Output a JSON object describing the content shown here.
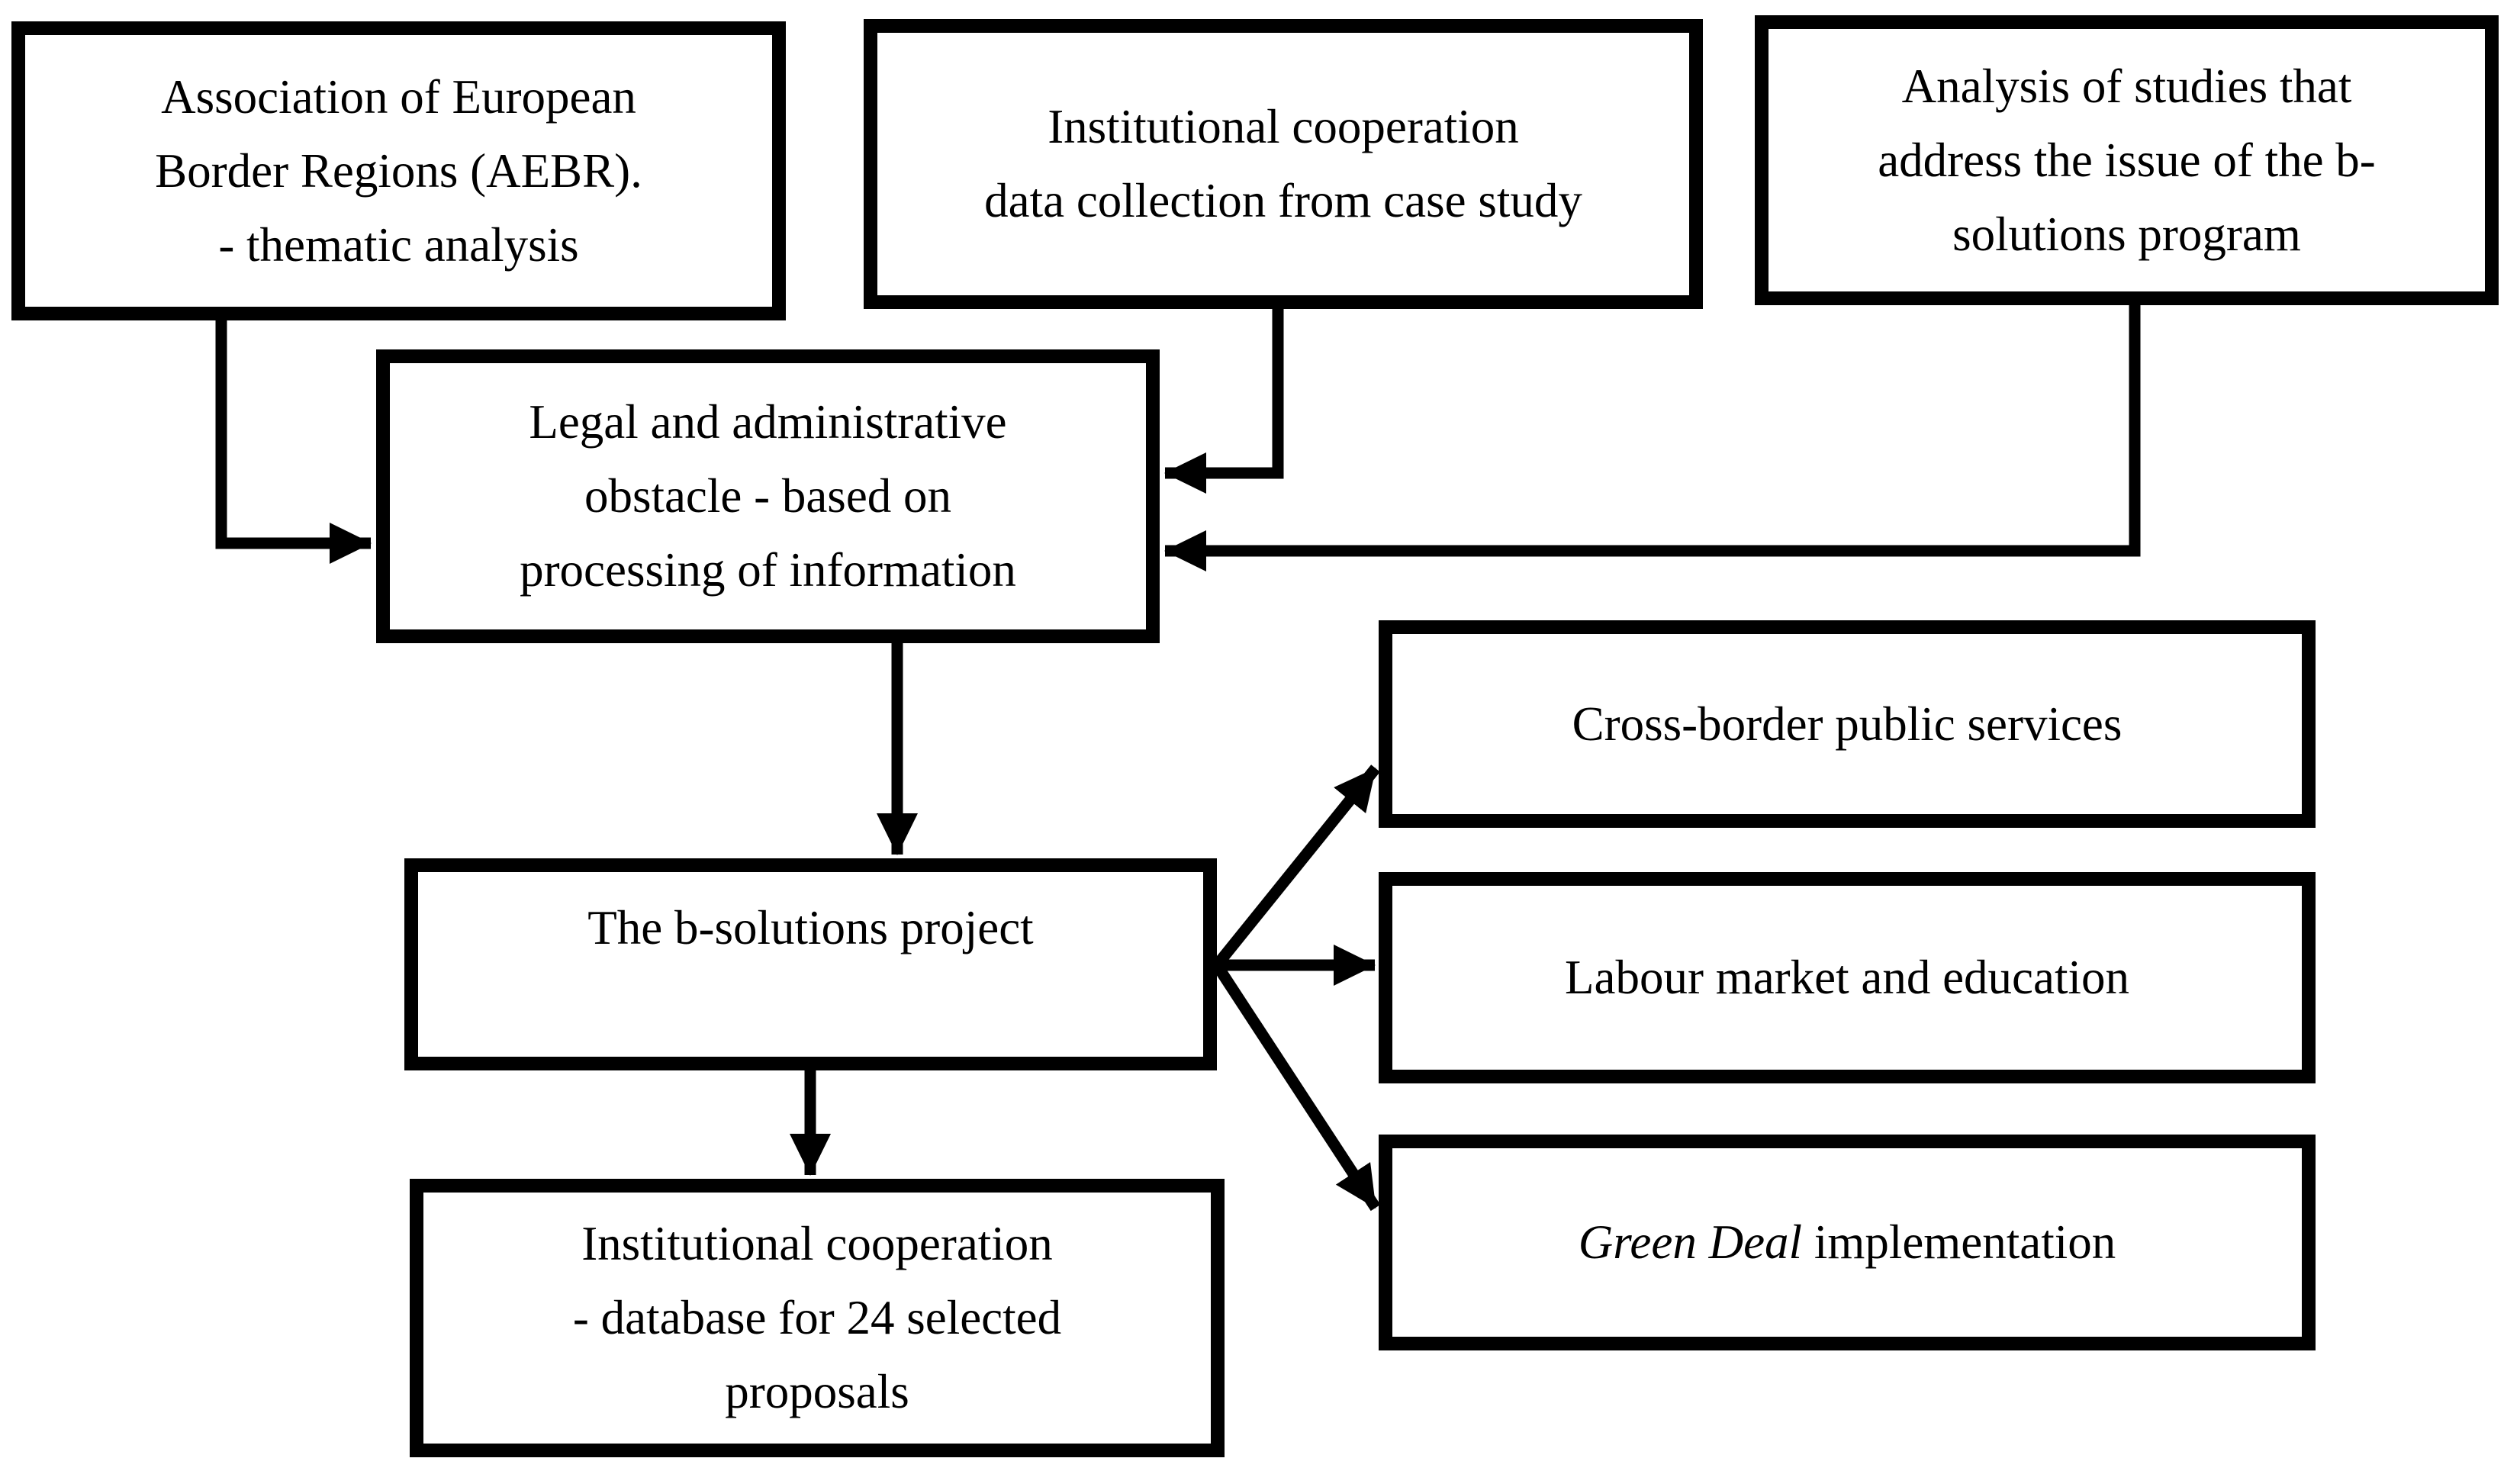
{
  "diagram": {
    "title": "b-solutions research methodology flowchart",
    "colors": {
      "ink": "#000000",
      "background": "#ffffff"
    },
    "nodes": {
      "aebr": {
        "lines": [
          "Association of European",
          "Border Regions (AEBR).",
          "- thematic analysis"
        ]
      },
      "data_collection": {
        "lines": [
          "Institutional cooperation",
          "data collection from case study"
        ]
      },
      "analysis": {
        "lines": [
          "Analysis of studies that",
          "address the issue of the b-",
          "solutions program"
        ]
      },
      "legal": {
        "lines": [
          "Legal and administrative",
          "obstacle - based on",
          "processing of information"
        ]
      },
      "b_solutions": {
        "lines": [
          "The b-solutions project"
        ]
      },
      "database": {
        "lines": [
          "Institutional cooperation",
          "- database for 24 selected",
          "proposals"
        ]
      },
      "cross_border_services": {
        "lines": [
          "Cross-border public services"
        ]
      },
      "labour_market": {
        "lines": [
          "Labour market and education"
        ]
      },
      "green_deal": {
        "italic_text": "Green Deal",
        "regular_text": " implementation"
      }
    },
    "edges": [
      {
        "from": "aebr",
        "to": "legal"
      },
      {
        "from": "data_collection",
        "to": "legal"
      },
      {
        "from": "analysis",
        "to": "legal"
      },
      {
        "from": "legal",
        "to": "b_solutions"
      },
      {
        "from": "b_solutions",
        "to": "database"
      },
      {
        "from": "b_solutions",
        "to": "cross_border_services"
      },
      {
        "from": "b_solutions",
        "to": "labour_market"
      },
      {
        "from": "b_solutions",
        "to": "green_deal"
      }
    ]
  }
}
